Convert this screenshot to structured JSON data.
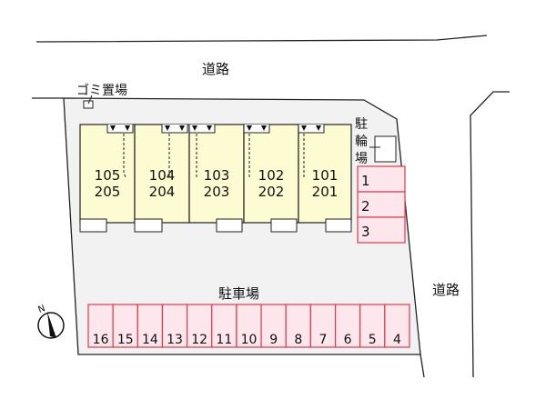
{
  "labels": {
    "road_top": "道路",
    "road_right": "道路",
    "garbage": "ゴミ置場",
    "bike_parking": [
      "駐",
      "輪",
      "場"
    ],
    "car_parking": "駐車場",
    "north": "N"
  },
  "units": [
    {
      "lower": "105",
      "upper": "205"
    },
    {
      "lower": "104",
      "upper": "204"
    },
    {
      "lower": "103",
      "upper": "203"
    },
    {
      "lower": "102",
      "upper": "202"
    },
    {
      "lower": "101",
      "upper": "201"
    }
  ],
  "parking_side": [
    "1",
    "2",
    "3"
  ],
  "parking_bottom": [
    "16",
    "15",
    "14",
    "13",
    "12",
    "11",
    "10",
    "9",
    "8",
    "7",
    "6",
    "5",
    "4"
  ],
  "colors": {
    "building": "#fdfbd2",
    "parking_fill": "#fde6ec",
    "parking_stroke": "#e0384f",
    "lot": "#f2f2f2"
  }
}
